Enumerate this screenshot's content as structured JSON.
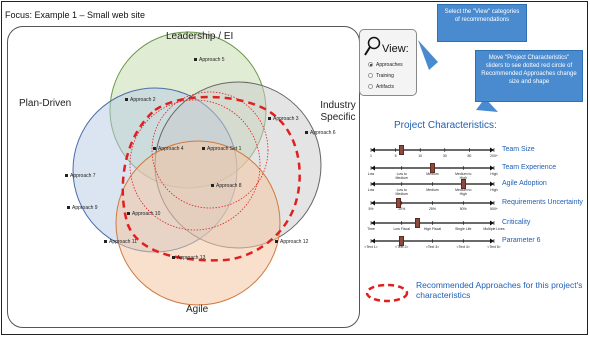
{
  "page_title": "Focus: Example 1 – Small web site",
  "venn": {
    "sets": [
      {
        "label": "Leadership / EI",
        "color": "#c7dcb0"
      },
      {
        "label": "Plan-Driven",
        "color": "#b8c9e4"
      },
      {
        "label": "Industry Specific",
        "color": "#c9c9c9"
      },
      {
        "label": "Agile",
        "color": "#f3c6a4"
      }
    ],
    "approaches": [
      "Approach 5",
      "Approach 2",
      "Approach 3",
      "Approach 6",
      "Approach 4",
      "Approach Set 1",
      "Approach 7",
      "Approach 8",
      "Approach 9",
      "Approach 10",
      "Approach 11",
      "Approach 12",
      "Approach 13"
    ]
  },
  "view_panel": {
    "title": "View:",
    "options": [
      "Approaches",
      "Training",
      "Artifacts"
    ],
    "selected": "Approaches"
  },
  "callouts": {
    "view": "Select the \"View\" categories of recommendations",
    "sliders": "Move \"Project Characteristics\" sliders to see dotted red circle of Recommended Approaches change size and shape"
  },
  "characteristics": {
    "title": "Project Characteristics:",
    "sliders": [
      {
        "name": "Team Size",
        "ticks": [
          "1",
          "5",
          "10",
          "30",
          "80",
          "200+"
        ],
        "value": 0.25
      },
      {
        "name": "Team Experience",
        "ticks": [
          "Low",
          "Low to Medium",
          "Medium",
          "Medium to High",
          "High"
        ],
        "value": 0.5
      },
      {
        "name": "Agile Adoption",
        "ticks": [
          "Low",
          "Low to Medium",
          "Medium",
          "Medium to High",
          "High"
        ],
        "value": 0.75
      },
      {
        "name": "Requirements Uncertainty",
        "ticks": [
          "5%",
          "20%",
          "25%",
          "50%",
          "500+"
        ],
        "value": 0.22
      },
      {
        "name": "Criticality",
        "ticks": [
          "Time",
          "Low Fiscal",
          "High Fiscal",
          "Single Life",
          "Multiple Lives"
        ],
        "value": 0.38
      },
      {
        "name": "Parameter 6",
        "ticks": [
          "<Text 1>",
          "<Text 2>",
          "<Text 3>",
          "<Text 4>",
          "<Text 5>"
        ],
        "value": 0.25
      }
    ]
  },
  "legend": {
    "text": "Recommended Approaches for this project's characteristics",
    "color": "#e02020"
  }
}
